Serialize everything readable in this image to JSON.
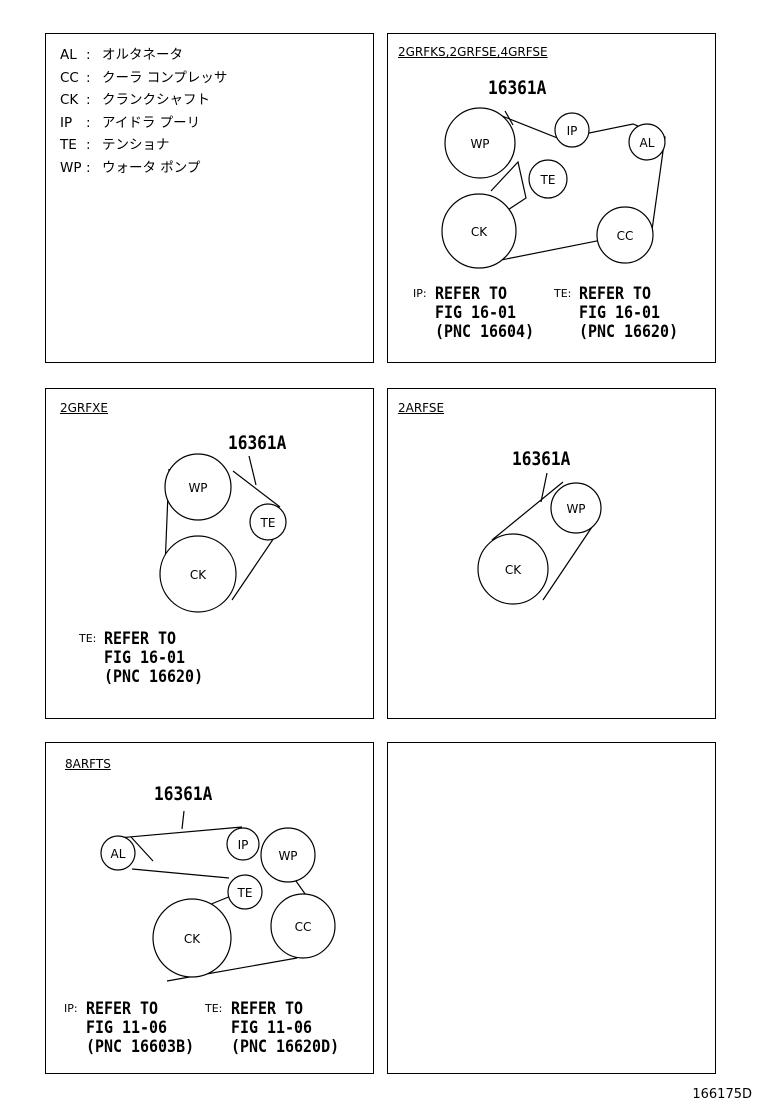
{
  "legend": {
    "items": [
      {
        "code": "AL",
        "sep": ":",
        "name": "オルタネータ"
      },
      {
        "code": "CC",
        "sep": ":",
        "name": "クーラ コンプレッサ"
      },
      {
        "code": "CK",
        "sep": ":",
        "name": "クランクシャフト"
      },
      {
        "code": "IP",
        "sep": ":",
        "name": "アイドラ プーリ"
      },
      {
        "code": "TE",
        "sep": ":",
        "name": "テンショナ"
      },
      {
        "code": "WP",
        "sep": ":",
        "name": "ウォータ ポンプ"
      }
    ]
  },
  "panels": {
    "p1": {
      "title": "2GRFKS,2GRFSE,4GRFSE",
      "part_no": "16361A",
      "pulleys": {
        "wp": "WP",
        "ip": "IP",
        "al": "AL",
        "te": "TE",
        "ck": "CK",
        "cc": "CC"
      },
      "refs": [
        {
          "tag": "IP:",
          "line1": "REFER TO",
          "line2": "FIG 16-01",
          "line3": "(PNC 16604)"
        },
        {
          "tag": "TE:",
          "line1": "REFER TO",
          "line2": "FIG 16-01",
          "line3": "(PNC 16620)"
        }
      ]
    },
    "p2": {
      "title": "2GRFXE",
      "part_no": "16361A",
      "pulleys": {
        "wp": "WP",
        "te": "TE",
        "ck": "CK"
      },
      "refs": [
        {
          "tag": "TE:",
          "line1": "REFER TO",
          "line2": "FIG 16-01",
          "line3": "(PNC 16620)"
        }
      ]
    },
    "p3": {
      "title": "2ARFSE",
      "part_no": "16361A",
      "pulleys": {
        "wp": "WP",
        "ck": "CK"
      }
    },
    "p4": {
      "title": "8ARFTS",
      "part_no": "16361A",
      "pulleys": {
        "al": "AL",
        "ip": "IP",
        "wp": "WP",
        "te": "TE",
        "ck": "CK",
        "cc": "CC"
      },
      "refs": [
        {
          "tag": "IP:",
          "line1": "REFER TO",
          "line2": "FIG 11-06",
          "line3": "(PNC 16603B)"
        },
        {
          "tag": "TE:",
          "line1": "REFER TO",
          "line2": "FIG 11-06",
          "line3": "(PNC 16620D)"
        }
      ]
    }
  },
  "catalog_number": "166175D"
}
